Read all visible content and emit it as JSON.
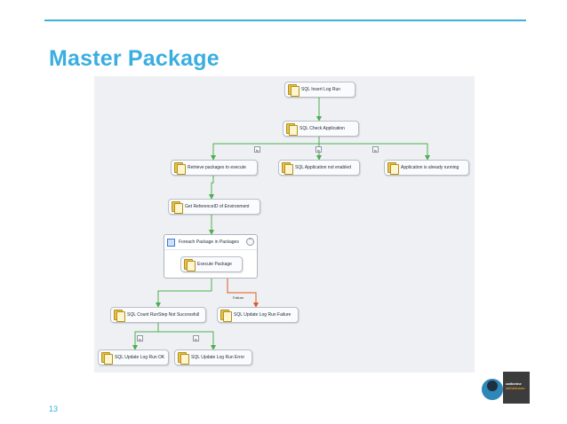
{
  "slide": {
    "title": "Master Package",
    "page_number": "13",
    "accent_color": "#3aaee0"
  },
  "canvas": {
    "tasks": {
      "sql_insert_log_run": "SQL Insert Log Run",
      "sql_check_application": "SQL Check Application",
      "retrieve_packages": "Retrieve packages to execute",
      "sql_application_not_enabled": "SQL Application not enabled",
      "application_already_running": "Application is already running",
      "get_referenceid": "Get ReferenceID of Environment",
      "foreach_package": "Foreach Package in Packages",
      "execute_package": "Execute Package",
      "sql_count_runstep": "SQL Count RunStep Not Successfull",
      "sql_update_log_run_failure": "SQL Update Log Run Failure",
      "sql_update_log_run_ok": "SQL Update Log Run OK",
      "sql_update_log_run_error": "SQL Update Log Run Error"
    },
    "expression_marker": "fx",
    "failure_label": "Failure",
    "colors": {
      "success": "#4caf50",
      "failure": "#e05a1c",
      "neutral": "#8c96a3"
    }
  },
  "logo": {
    "line1": "catherine",
    "line2": "wilhelmsen"
  }
}
